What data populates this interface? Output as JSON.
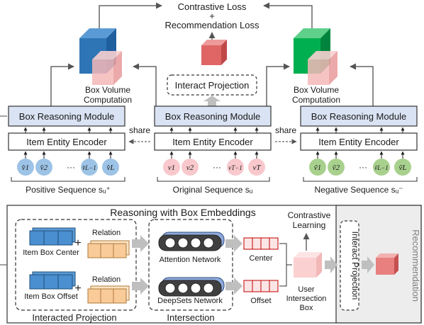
{
  "top": {
    "loss_line1": "Contrastive Loss",
    "loss_plus": "+",
    "loss_line2": "Recommendation Loss",
    "interact_projection": "Interact Projection",
    "box_volume_left": "Box Volume",
    "computation_left": "Computation",
    "box_volume_right": "Box Volume",
    "computation_right": "Computation",
    "share_left": "share",
    "share_right": "share"
  },
  "branches": [
    {
      "module": "Box Reasoning Module",
      "encoder": "Item Entity Encoder",
      "items": [
        "v̂1",
        "v̂2",
        "···",
        "v̂L−1",
        "v̂L"
      ],
      "sequence_label": "Positive Sequence sᵤ⁺",
      "color": "#9dc3e6"
    },
    {
      "module": "Box Reasoning Module",
      "encoder": "Item Entity Encoder",
      "items": [
        "v1",
        "v2",
        "···",
        "vT−1",
        "vT"
      ],
      "sequence_label": "Original Sequence sᵤ",
      "color": "#f8c8cc"
    },
    {
      "module": "Box Reasoning Module",
      "encoder": "Item Entity Encoder",
      "items": [
        "ṽ1",
        "ṽ2",
        "···",
        "ṽL−1",
        "ṽL"
      ],
      "sequence_label": "Negative Sequence sᵤ⁻",
      "color": "#a9d18e"
    }
  ],
  "bottom": {
    "title": "Reasoning with Box Embeddings",
    "item_box_center": "Item Box Center",
    "item_box_offset": "Item Box Offset",
    "plus": "+",
    "relation_top": "Relation",
    "relation_bottom": "Relation",
    "interacted_projection": "Interacted Projection",
    "attention_network": "Attention Network",
    "deepsets_network": "DeepSets Network",
    "intersection": "Intersection",
    "center": "Center",
    "offset": "Offset",
    "contrastive_line1": "Contrastive",
    "contrastive_line2": "Learning",
    "user_line1": "User",
    "user_line2": "Intersection",
    "user_line3": "Box",
    "interact_projection_vertical": "Interact Projection",
    "recommendation_vertical": "Recommendation"
  },
  "colors": {
    "blue_box": "#2e75b6",
    "pink_box": "#f4b8b8",
    "red_box": "#e06666",
    "green_box": "#00b050",
    "module_fill": "#dae3f3",
    "light_pink": "#fbe5e5"
  }
}
